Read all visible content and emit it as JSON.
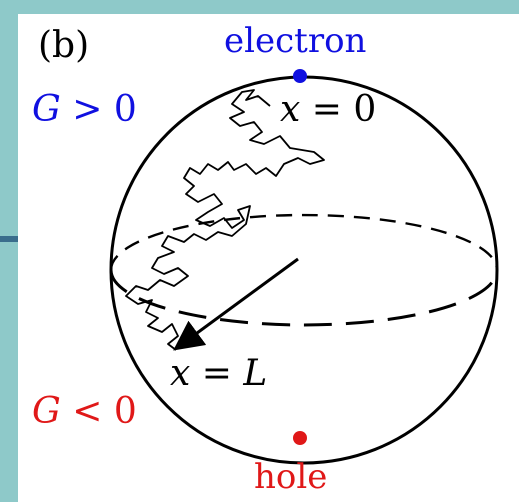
{
  "panel_label": "(b)",
  "pole_top_label": "electron",
  "pole_bottom_label": "hole",
  "conductance_positive": {
    "symbol": "G",
    "relation": ">",
    "value": "0"
  },
  "conductance_negative": {
    "symbol": "G",
    "relation": "<",
    "value": "0"
  },
  "start_label": {
    "var": "x",
    "relation": "=",
    "value": "0"
  },
  "end_label": {
    "var": "x",
    "relation": "=",
    "value": "L"
  },
  "colors": {
    "electron": "#1010e0",
    "hole": "#e01818",
    "line": "#000000",
    "background": "#8ec9c9",
    "accent_stripe": "#3a6d8c"
  }
}
